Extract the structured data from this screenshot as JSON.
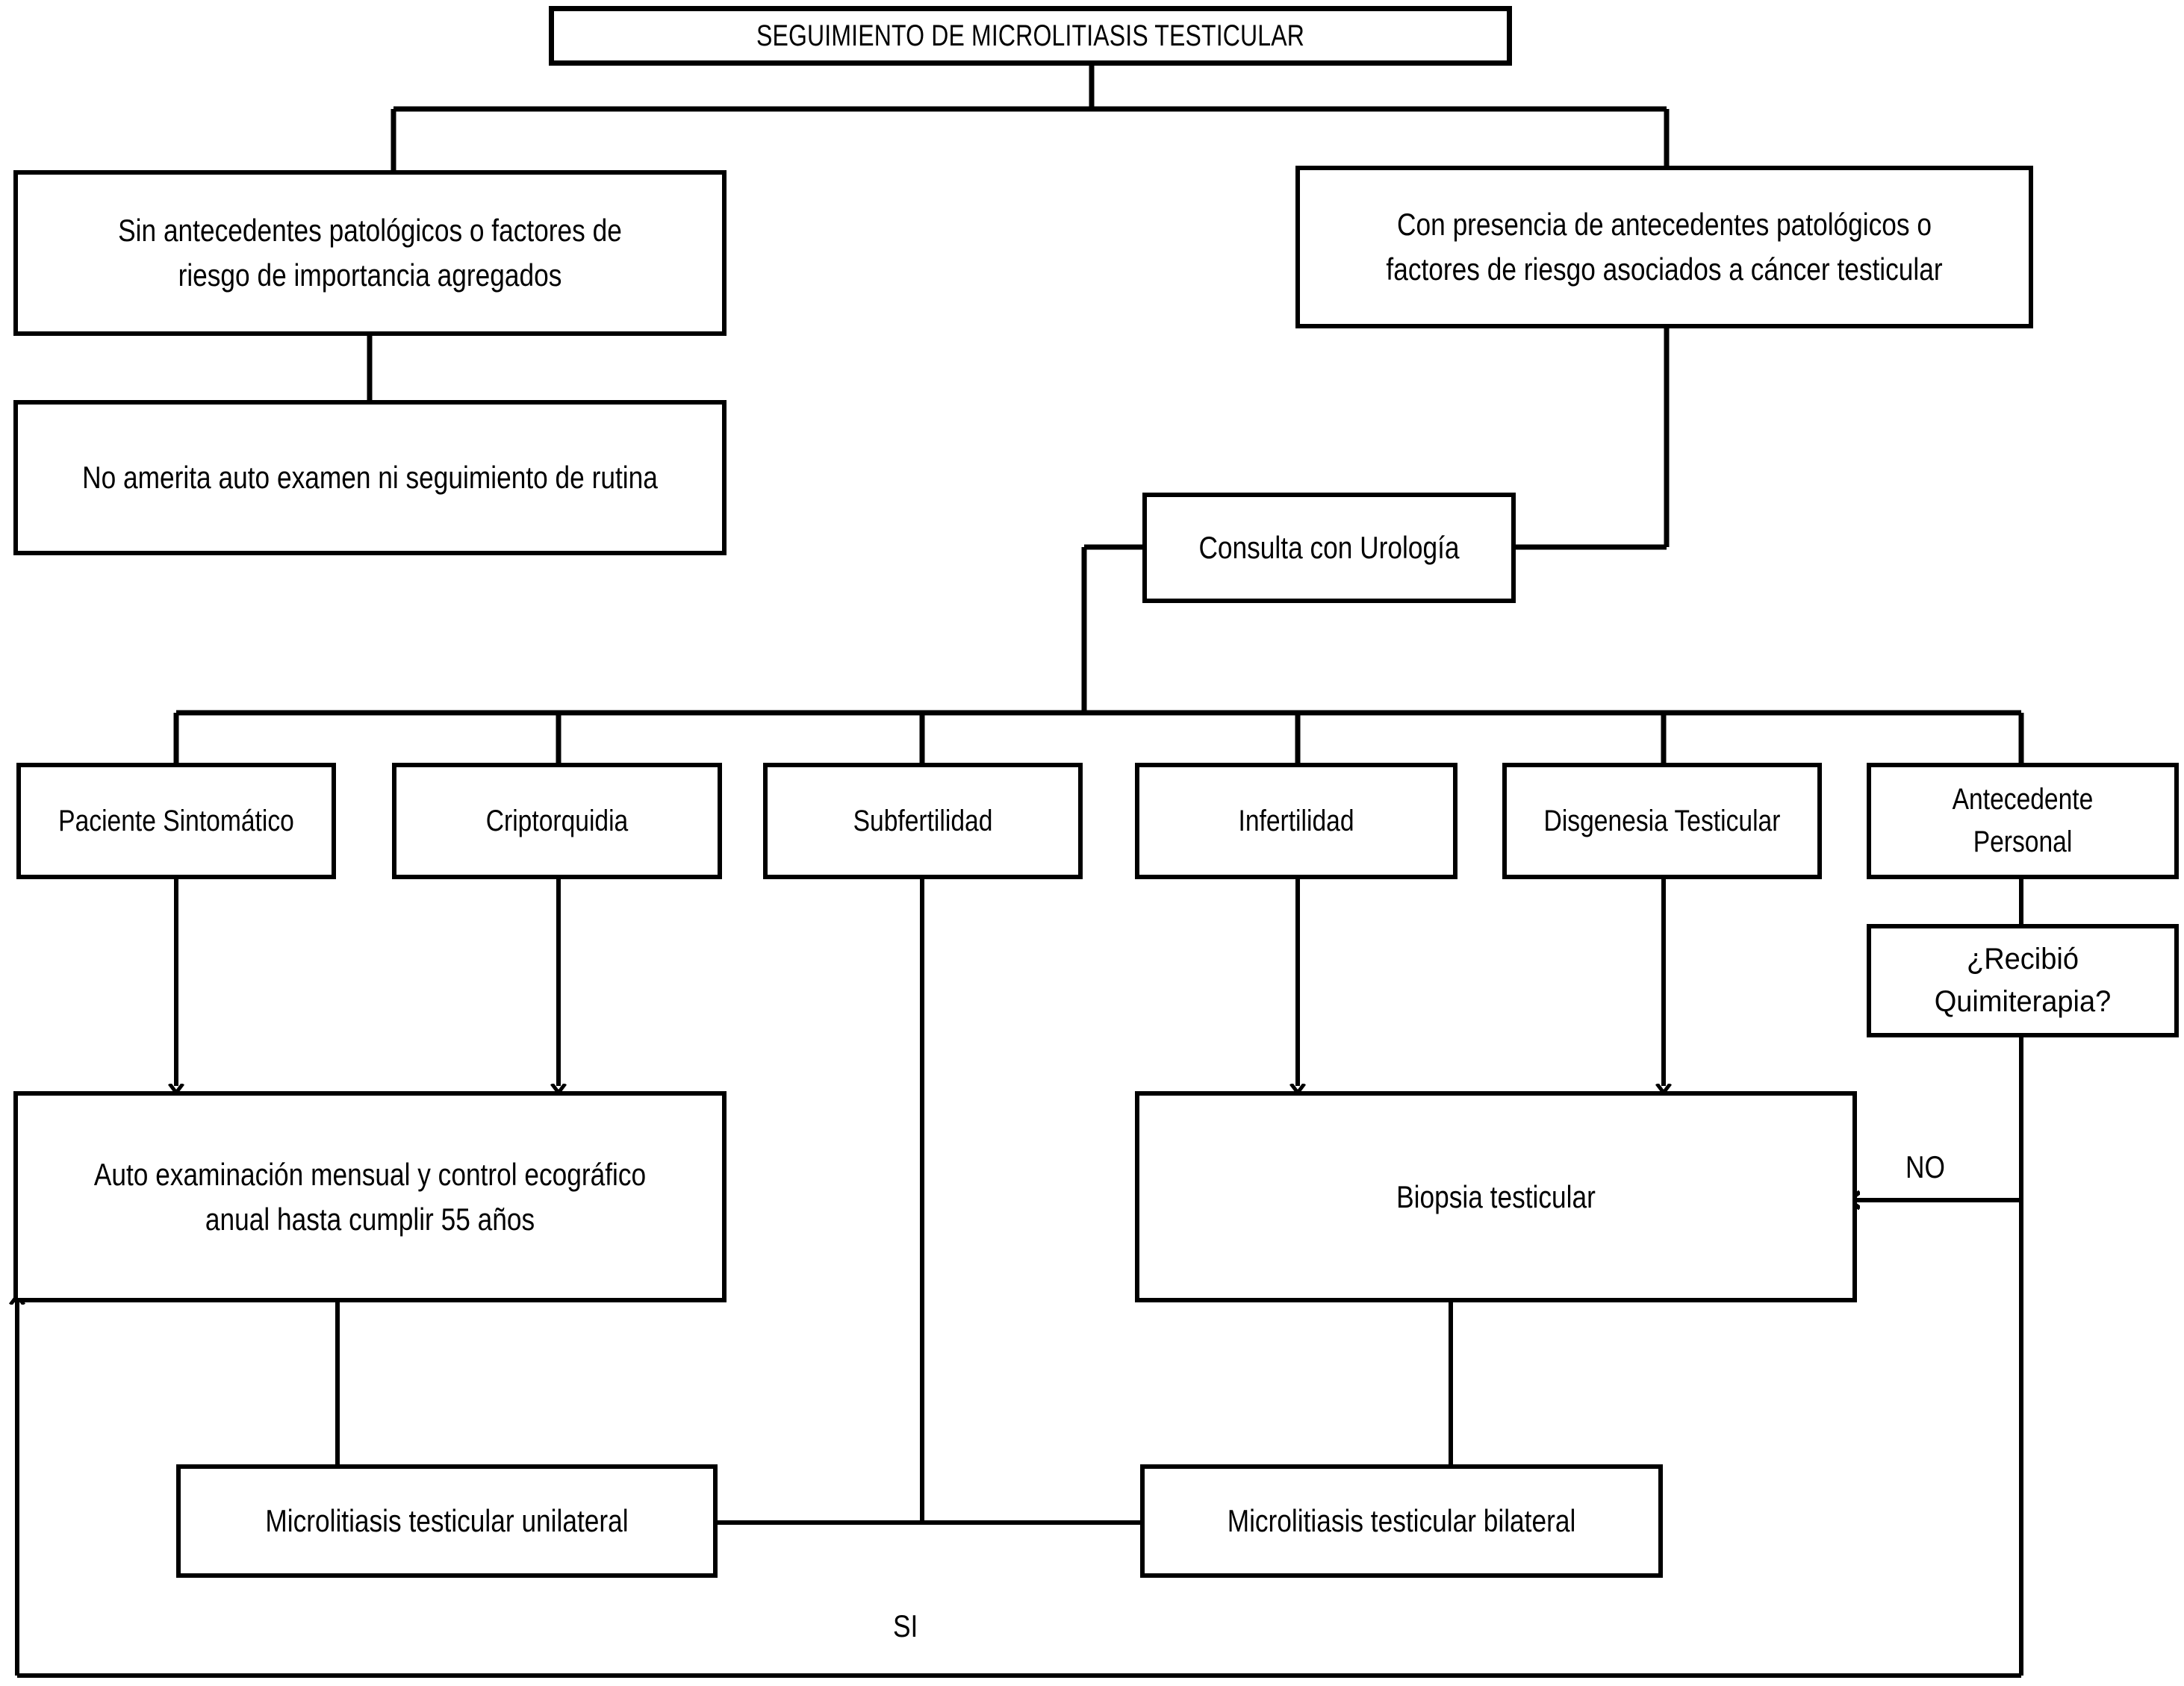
{
  "diagram": {
    "title": "SEGUIMIENTO DE MICROLITIASIS TESTICULAR",
    "language": "es",
    "colors": {
      "background": "#ffffff",
      "stroke": "#000000",
      "text": "#000000"
    }
  },
  "nodes": {
    "title": "SEGUIMIENTO DE MICROLITIASIS TESTICULAR",
    "no_risk": "Sin antecedentes patológicos o factores de riesgo de importancia agregados",
    "no_followup": "No amerita auto examen ni seguimiento de rutina",
    "with_risk": "Con presencia de antecedentes patológicos o factores de riesgo asociados a cáncer testicular",
    "urology": "Consulta con Urología",
    "symptomatic": "Paciente Sintomático",
    "cryptorchidism": "Criptorquidia",
    "subfertility": "Subfertilidad",
    "infertility": "Infertilidad",
    "dysgenesis": "Disgenesia Testicular",
    "personal_history": "Antecedente Personal",
    "chemo_question": "¿Recibió Quimiterapia?",
    "self_exam": "Auto examinación mensual y control ecográfico anual hasta cumplir 55 años",
    "biopsy": "Biopsia testicular",
    "unilateral": "Microlitiasis testicular unilateral",
    "bilateral": "Microlitiasis testicular bilateral"
  },
  "edge_labels": {
    "no": "NO",
    "si": "SI"
  }
}
